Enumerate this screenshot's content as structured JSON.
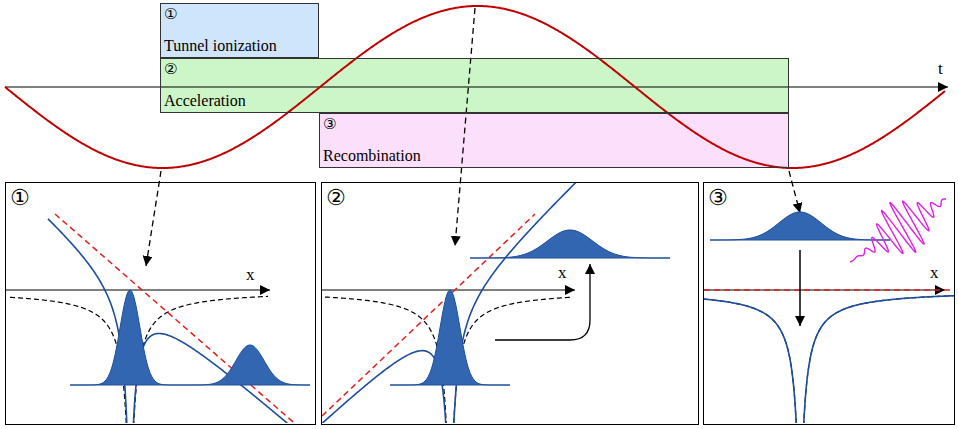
{
  "diagram": {
    "nodes": [
      {
        "text": [
          "①",
          "Tunnel ionization"
        ]
      },
      {
        "text": [
          "②",
          "Acceleration"
        ]
      },
      {
        "text": [
          "③",
          "Recombination"
        ]
      },
      {
        "text": [
          "①"
        ]
      },
      {
        "text": [
          "②"
        ]
      },
      {
        "text": [
          "③"
        ]
      }
    ],
    "labels": [
      "t",
      "x",
      "x",
      "x"
    ]
  }
}
